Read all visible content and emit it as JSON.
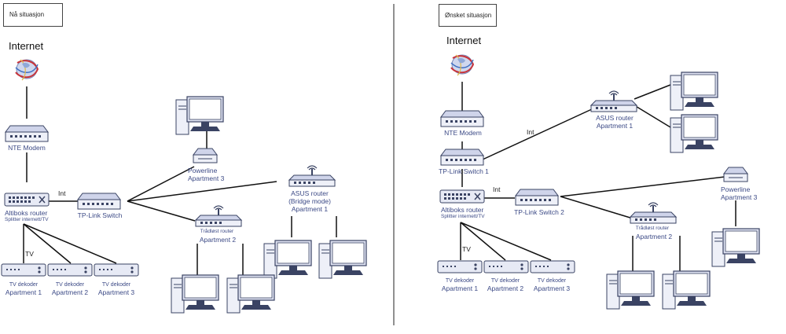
{
  "left": {
    "title": "Nå situasjon",
    "internet": "Internet",
    "modem": "NTE Modem",
    "altibox": "Altiboks router",
    "altibox_sub": "Splitter internett/TV",
    "int_label": "Int",
    "tv_label": "TV",
    "switch": "TP-Link Switch",
    "powerline": [
      "Powerline",
      "Apartment 3"
    ],
    "asus": [
      "ASUS router",
      "(Bridge mode)",
      "Apartment 1"
    ],
    "wireless": [
      "Trådløst router",
      "Apartment 2"
    ],
    "tv1": [
      "TV dekoder",
      "Apartment 1"
    ],
    "tv2": [
      "TV dekoder",
      "Apartment 2"
    ],
    "tv3": [
      "TV dekoder",
      "Apartment 3"
    ]
  },
  "right": {
    "title": "Ønsket situasjon",
    "internet": "Internet",
    "modem": "NTE Modem",
    "switch1": "TP-Link Switch 1",
    "int_top": "Int",
    "asus": [
      "ASUS router",
      "Apartment 1"
    ],
    "altibox": "Altiboks router",
    "altibox_sub": "Splitter internett/TV",
    "int_label": "Int",
    "tv_label": "TV",
    "switch2": "TP-Link Switch 2",
    "powerline": [
      "Powerline",
      "Apartment 3"
    ],
    "wireless": [
      "Trådløst router",
      "Apartment 2"
    ],
    "tv1": [
      "TV dekoder",
      "Apartment 1"
    ],
    "tv2": [
      "TV dekoder",
      "Apartment 2"
    ],
    "tv3": [
      "TV dekoder",
      "Apartment 3"
    ]
  },
  "colors": {
    "label": "#3c4a86",
    "device_face": "#e6e9f6",
    "device_dark": "#3a4363",
    "line": "#111111"
  }
}
